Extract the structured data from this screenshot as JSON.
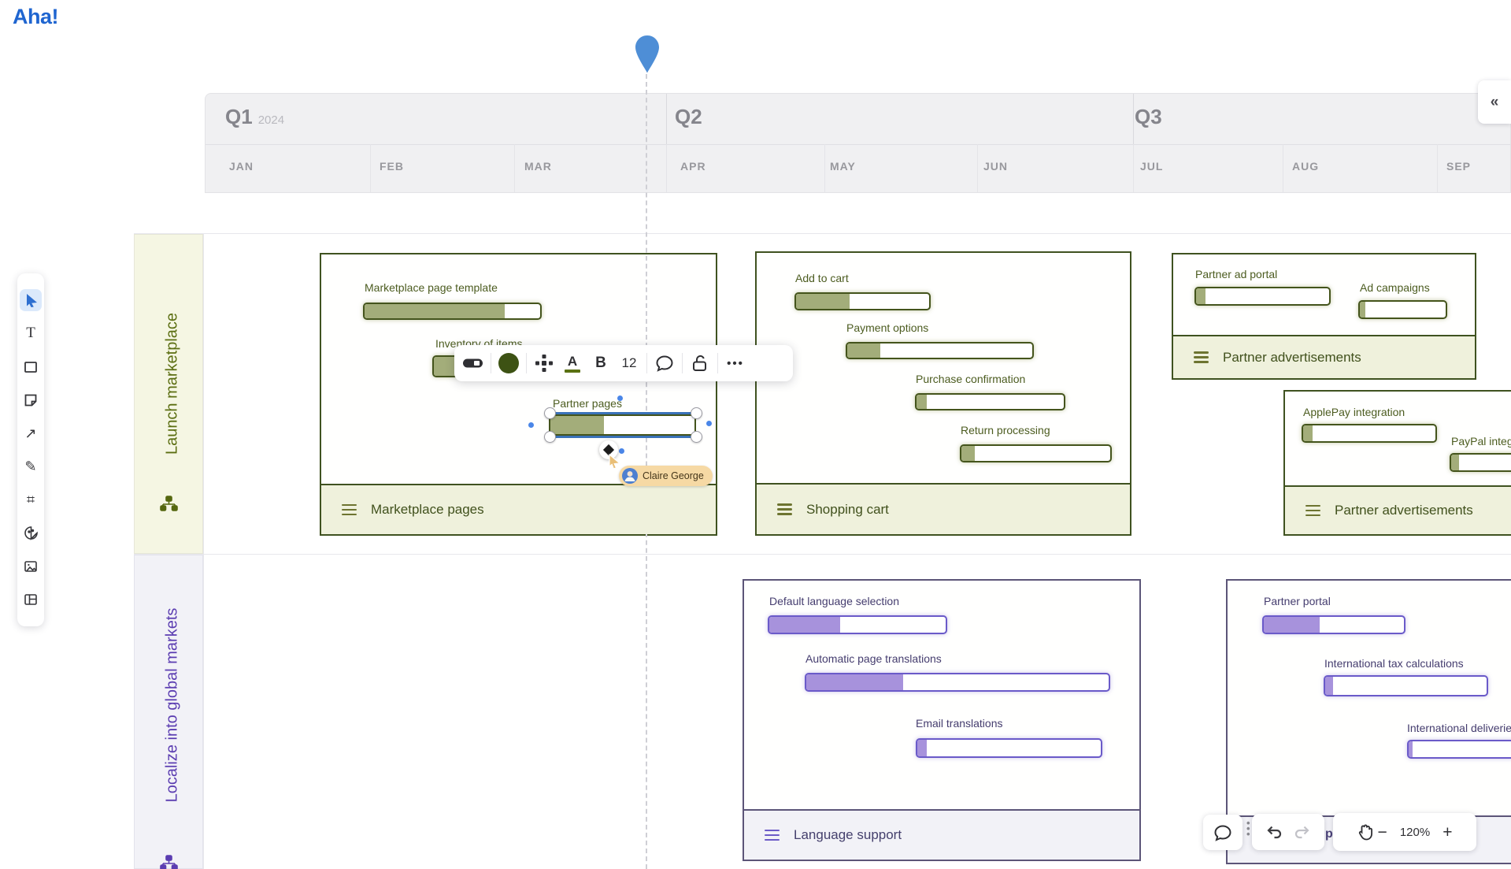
{
  "app": {
    "logo": "Aha!",
    "collapse_button": "«"
  },
  "colors": {
    "brand_blue": "#1f65d0",
    "selection_blue": "#3a72b9",
    "snap_dot_blue": "#4a86e8",
    "pin_blue": "#4e8ed6",
    "olive_border": "#44541c",
    "olive_fill": "#a3ad7a",
    "olive_text": "#4c5c20",
    "olive_footer_bg": "#eff1dc",
    "lane1_bg": "#f5f6e3",
    "lane1_text": "#5b6e11",
    "purple_bar_border": "#6a5ac9",
    "purple_fill": "#a792dc",
    "purple_card_border": "#5c5578",
    "purple_text": "#443c6e",
    "purple_footer_bg": "#f2f2f7",
    "lane2_text": "#5b3db1",
    "cursor_tag_bg": "#f6d9a4"
  },
  "timeline": {
    "quarters": [
      {
        "label": "Q1",
        "year": "2024"
      },
      {
        "label": "Q2",
        "year": ""
      },
      {
        "label": "Q3",
        "year": ""
      }
    ],
    "months": [
      "JAN",
      "FEB",
      "MAR",
      "APR",
      "MAY",
      "JUN",
      "JUL",
      "AUG",
      "SEP"
    ]
  },
  "lanes": [
    {
      "label": "Launch marketplace"
    },
    {
      "label": "Localize into global markets"
    }
  ],
  "cards": [
    {
      "title": "Marketplace pages",
      "items": [
        {
          "label": "Marketplace page template",
          "progress": 0.8
        },
        {
          "label": "Inventory of items",
          "progress": 0.5
        },
        {
          "label": "Partner pages",
          "progress": 0.37
        }
      ]
    },
    {
      "title": "Shopping cart",
      "items": [
        {
          "label": "Add to cart",
          "progress": 0.4
        },
        {
          "label": "Payment options",
          "progress": 0.18
        },
        {
          "label": "Purchase confirmation",
          "progress": 0.07
        },
        {
          "label": "Return processing",
          "progress": 0.09
        }
      ]
    },
    {
      "title": "Partner advertisements",
      "items": [
        {
          "label": "Partner ad portal",
          "progress": 0.07
        },
        {
          "label": "Ad campaigns",
          "progress": 0.06
        }
      ]
    },
    {
      "title": "Partner advertisements",
      "items": [
        {
          "label": "ApplePay integration",
          "progress": 0.07
        },
        {
          "label": "PayPal integration",
          "progress": 0.08
        }
      ]
    },
    {
      "title": "Language support",
      "items": [
        {
          "label": "Default language selection",
          "progress": 0.4
        },
        {
          "label": "Automatic page translations",
          "progress": 0.32
        },
        {
          "label": "Email translations",
          "progress": 0.05
        }
      ]
    },
    {
      "title_fragment": "p",
      "items": [
        {
          "label": "Partner portal",
          "progress": 0.4
        },
        {
          "label": "International tax calculations",
          "progress": 0.05
        },
        {
          "label": "International deliveries",
          "progress": 0.04
        }
      ]
    }
  ],
  "format_toolbar": {
    "text_color_letter": "A",
    "bold_letter": "B",
    "font_size": "12",
    "more": "•••"
  },
  "collaborator": {
    "name": "Claire George"
  },
  "zoom_controls": {
    "minus": "−",
    "level": "120%",
    "plus": "+"
  },
  "tool_panel": {
    "arrow_glyph": "↗",
    "pen_glyph": "✎",
    "frame_glyph": "⌗",
    "text_glyph": "T"
  }
}
